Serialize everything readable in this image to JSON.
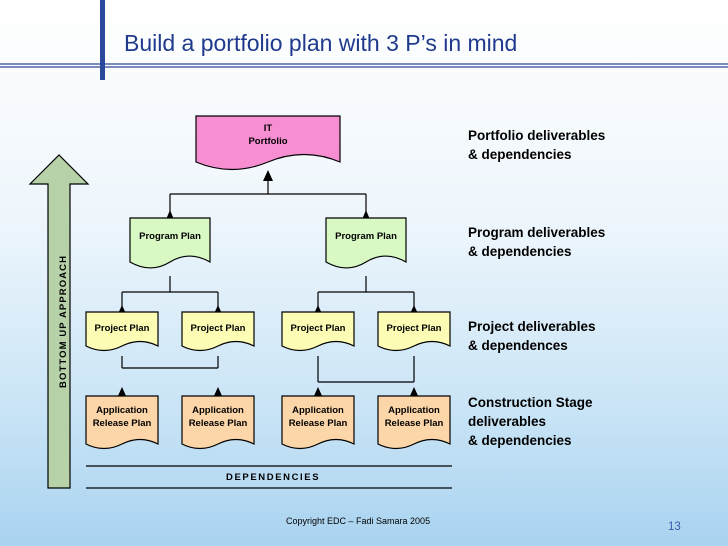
{
  "slide": {
    "title": "Build a portfolio plan with 3 P’s in mind",
    "copyright": "Copyright EDC – Fadi Samara 2005",
    "page_number": "13",
    "colors": {
      "title": "#1f3a8c",
      "accent_bar": "#2b4a9b",
      "portfolio_fill": "#f78ed2",
      "program_fill": "#d8f8c4",
      "project_fill": "#fcfcb4",
      "release_fill": "#fcd6a8",
      "arrow_fill": "#b7d2a9"
    }
  },
  "diagram": {
    "approach_label": "BOTTOM UP APPROACH",
    "dependencies_label": "DEPENDENCIES",
    "portfolio": {
      "line1": "IT",
      "line2": "Portfolio"
    },
    "programs": [
      "Program Plan",
      "Program Plan"
    ],
    "projects": [
      "Project Plan",
      "Project Plan",
      "Project Plan",
      "Project Plan"
    ],
    "releases": [
      {
        "line1": "Application",
        "line2": "Release Plan"
      },
      {
        "line1": "Application",
        "line2": "Release Plan"
      },
      {
        "line1": "Application",
        "line2": "Release Plan"
      },
      {
        "line1": "Application",
        "line2": "Release Plan"
      }
    ]
  },
  "levels": [
    {
      "line1": "Portfolio deliverables",
      "line2": "& dependencies"
    },
    {
      "line1": "Program deliverables",
      "line2": "& dependencies"
    },
    {
      "line1": "Project deliverables",
      "line2": "& dependences"
    },
    {
      "line1": "Construction Stage",
      "line2": "deliverables",
      "line3": "& dependencies"
    }
  ]
}
